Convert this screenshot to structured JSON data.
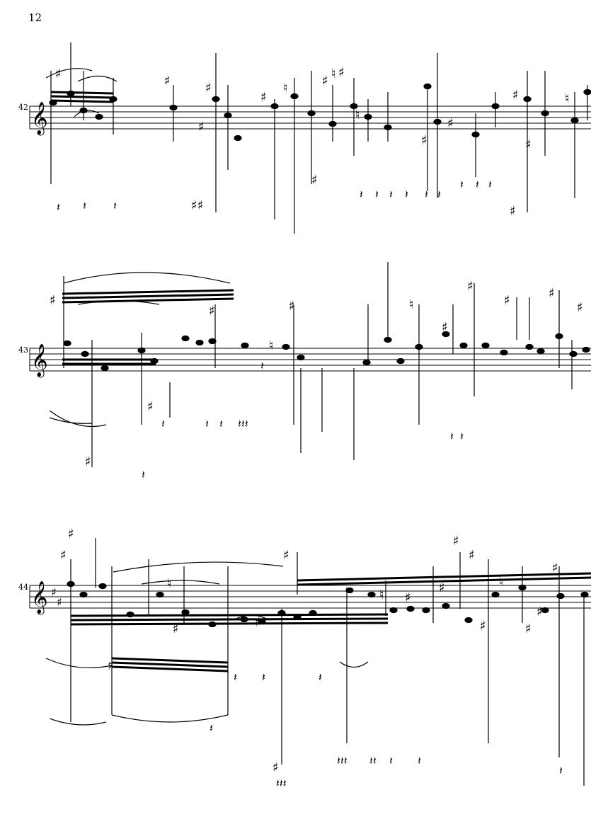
{
  "page": {
    "page_number": "12"
  },
  "systems": [
    {
      "measure_number": "42",
      "clef": "treble-clef-icon",
      "key_signature": "",
      "accidentals": [
        "sharp",
        "natural"
      ]
    },
    {
      "measure_number": "43",
      "clef": "treble-clef-icon",
      "key_signature": "",
      "accidentals": [
        "sharp",
        "natural"
      ]
    },
    {
      "measure_number": "44",
      "clef": "treble-clef-icon",
      "key_signature": "two-sharps",
      "accidentals": [
        "sharp",
        "natural"
      ]
    }
  ],
  "colors": {
    "ink": "#000000",
    "paper": "#ffffff"
  }
}
